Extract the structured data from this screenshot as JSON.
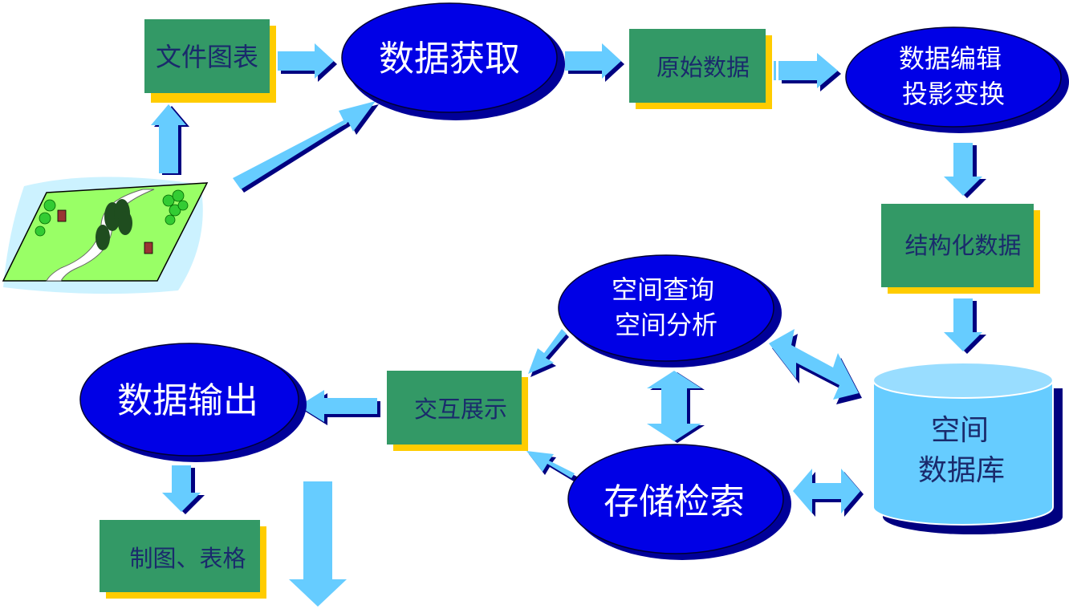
{
  "nodes": {
    "file_chart": "文件图表",
    "data_acquisition": "数据获取",
    "raw_data": "原始数据",
    "data_edit_line1": "数据编辑",
    "data_edit_line2": "投影变换",
    "structured_data": "结构化数据",
    "spatial_query_line1": "空间查询",
    "spatial_query_line2": "空间分析",
    "interactive_display": "交互展示",
    "data_output": "数据输出",
    "storage_retrieval": "存储检索",
    "spatial_db_line1": "空间",
    "spatial_db_line2": "数据库",
    "mapping_tables": "制图、表格"
  },
  "colors": {
    "box_fill": "#339966",
    "box_shadow": "#ffcc00",
    "box_text": "#1a2a6c",
    "ellipse_fill": "#0000e6",
    "ellipse_shadow": "#000099",
    "ellipse_text": "#ffffff",
    "arrow_fill": "#66ccff",
    "arrow_shadow": "#000080",
    "cylinder_fill": "#66ccff",
    "cylinder_top": "#99ddff",
    "cylinder_text": "#1a2a6c",
    "map_ground": "#99ff66",
    "map_backdrop": "#ccf2ff"
  },
  "icons": [
    "landscape-map-icon"
  ]
}
